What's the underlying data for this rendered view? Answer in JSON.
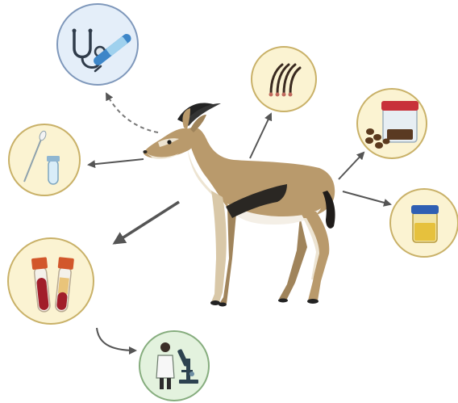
{
  "diagram": {
    "subject": "gazelle",
    "nodes": [
      {
        "id": "clinical-exam",
        "icons": [
          "stethoscope-icon",
          "thermometer-icon"
        ],
        "color": "#e4eef9",
        "arrow": "dashed"
      },
      {
        "id": "hair",
        "icons": [
          "hair-strands-icon"
        ],
        "color": "#fbf3d2",
        "arrow": "solid"
      },
      {
        "id": "feces",
        "icons": [
          "specimen-jar-icon",
          "fecal-pellets-icon"
        ],
        "color": "#fbf3d2",
        "arrow": "solid"
      },
      {
        "id": "urine",
        "icons": [
          "urine-cup-icon"
        ],
        "color": "#fbf3d2",
        "arrow": "solid"
      },
      {
        "id": "oral-swab",
        "icons": [
          "swab-icon",
          "sample-tube-icon"
        ],
        "color": "#fbf3d2",
        "arrow": "solid"
      },
      {
        "id": "blood",
        "icons": [
          "blood-tubes-icon"
        ],
        "color": "#fbf3d2",
        "arrow": "solid"
      },
      {
        "id": "laboratory",
        "icons": [
          "scientist-icon",
          "microscope-icon"
        ],
        "color": "#e3f2de",
        "arrow": "curved-from-blood"
      }
    ],
    "colors": {
      "ring_yellow": "#c9b168",
      "ring_blue": "#7f98bb",
      "ring_green": "#86ad7e",
      "arrow": "#555555",
      "gazelle_body": "#b99a6c",
      "gazelle_stripe": "#2a2723"
    }
  }
}
